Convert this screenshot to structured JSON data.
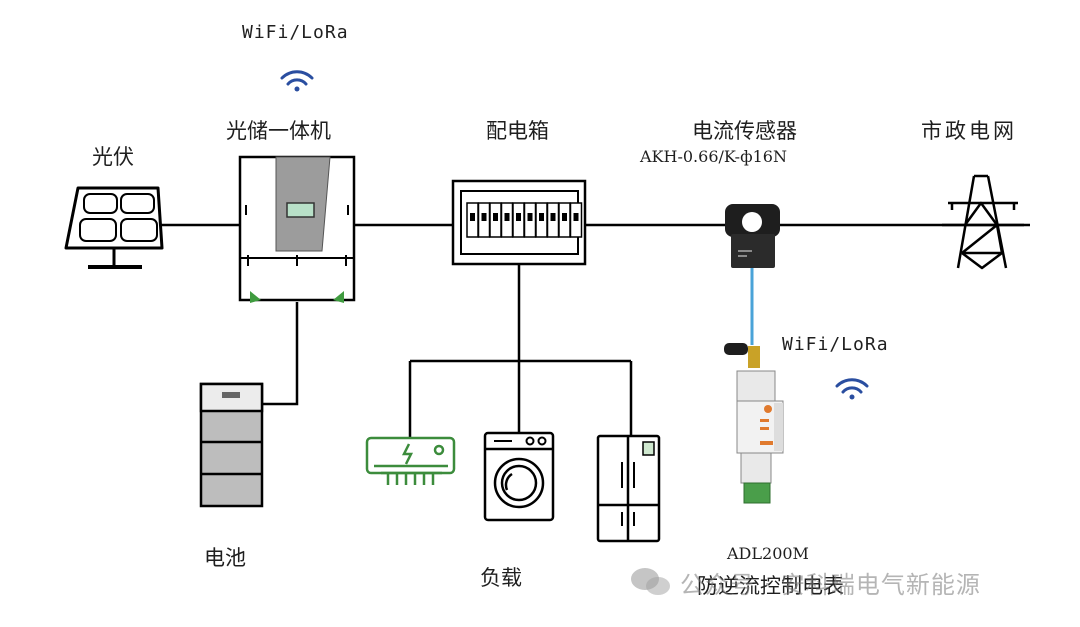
{
  "labels": {
    "wifi_top": "WiFi/LoRa",
    "pv": "光伏",
    "inverter": "光储一体机",
    "distribution_box": "配电箱",
    "sensor_title": "电流传感器",
    "sensor_model": "AKH-0.66/K-ф16N",
    "grid": "市政电网",
    "wifi_meter": "WiFi/LoRa",
    "battery": "电池",
    "load": "负载",
    "meter_model": "ADL200M",
    "meter_name": "防逆流控制电表"
  },
  "watermark": {
    "text": "公众号 · 安科瑞电气新能源"
  },
  "icons": {
    "wifi_top": "wifi-icon",
    "pv": "solar-panel-icon",
    "inverter": "hybrid-inverter-icon",
    "distribution_box": "breaker-panel-icon",
    "sensor": "split-core-current-transformer-icon",
    "grid": "transmission-tower-icon",
    "wifi_meter": "wifi-icon",
    "meter": "din-rail-meter-icon",
    "battery": "battery-cabinet-icon",
    "ac": "air-conditioner-icon",
    "washer": "washing-machine-icon",
    "fridge": "refrigerator-icon"
  },
  "colors": {
    "wire": "#000000",
    "wifi": "#2a4ea0",
    "comm_link": "#4aa3d8",
    "inverter_panel": "#9c9c9c",
    "inverter_display": "#b8e0c8",
    "inverter_feet": "#3f9b3f",
    "ac_icon": "#3c8c3c",
    "meter_accent": "#e07a2e"
  }
}
